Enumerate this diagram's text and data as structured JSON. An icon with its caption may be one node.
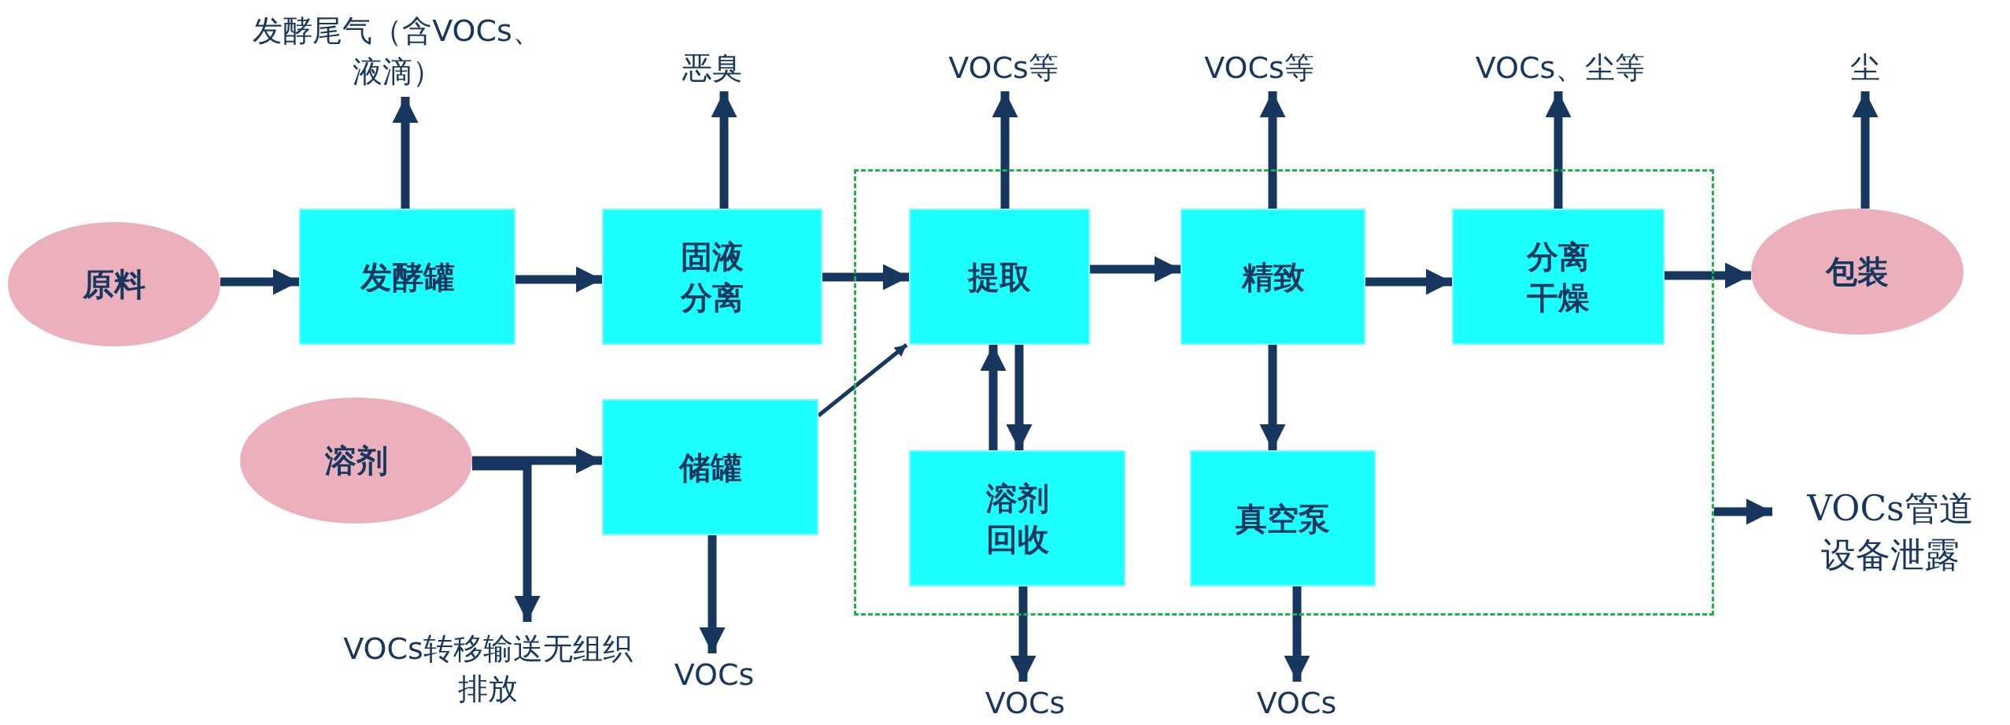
{
  "diagram": {
    "nodes": [
      {
        "text": [
          "原料"
        ]
      },
      {
        "text": [
          "发酵罐"
        ]
      },
      {
        "text": [
          "固液分离"
        ]
      },
      {
        "text": [
          "溶剂"
        ]
      },
      {
        "text": [
          "储罐"
        ]
      },
      {
        "text": [],
        "shape": "box"
      },
      {
        "text": [
          "提取"
        ],
        "in": 5
      },
      {
        "text": [
          "精致"
        ],
        "in": 5
      },
      {
        "text": [
          "分离干燥"
        ],
        "in": 5
      },
      {
        "text": [
          "溶剂回收"
        ],
        "in": 5
      },
      {
        "text": [
          "真空泵"
        ],
        "in": 5
      },
      {
        "text": [
          "包装"
        ]
      },
      {
        "text": [
          "发酵尾气（含VOCs、液滴）"
        ]
      },
      {
        "text": [
          "恶臭"
        ]
      },
      {
        "text": [
          "VOCs等"
        ]
      },
      {
        "text": [
          "VOCs等"
        ]
      },
      {
        "text": [
          "VOCs、尘等"
        ]
      },
      {
        "text": [
          "尘"
        ]
      },
      {
        "text": [
          "VOCs转移输送无组织排放"
        ]
      },
      {
        "text": [
          "VOCs"
        ]
      },
      {
        "text": [
          "VOCs"
        ]
      },
      {
        "text": [
          "VOCs"
        ]
      },
      {
        "text": [
          "VOCs管道设备泄露"
        ]
      }
    ],
    "edges": [
      {
        "from": 0,
        "to": 1,
        "arrow": "to"
      },
      {
        "from": 1,
        "to": 2,
        "arrow": "to"
      },
      {
        "from": 2,
        "to": 6,
        "arrow": "to"
      },
      {
        "from": 3,
        "to": 4,
        "arrow": "to"
      },
      {
        "from": 4,
        "to": 6,
        "arrow": "to"
      },
      {
        "from": 6,
        "to": 7,
        "arrow": "to"
      },
      {
        "from": 7,
        "to": 8,
        "arrow": "to"
      },
      {
        "from": 8,
        "to": 11,
        "arrow": "to"
      },
      {
        "from": 6,
        "to": 9,
        "arrow": "to"
      },
      {
        "from": 9,
        "to": 6,
        "arrow": "to"
      },
      {
        "from": 7,
        "to": 10,
        "arrow": "to"
      },
      {
        "from": 1,
        "to": 12,
        "arrow": "to"
      },
      {
        "from": 2,
        "to": 13,
        "arrow": "to"
      },
      {
        "from": 6,
        "to": 14,
        "arrow": "to"
      },
      {
        "from": 7,
        "to": 15,
        "arrow": "to"
      },
      {
        "from": 8,
        "to": 16,
        "arrow": "to"
      },
      {
        "from": 11,
        "to": 17,
        "arrow": "to"
      },
      {
        "from": 3,
        "to": 18,
        "arrow": "to"
      },
      {
        "from": 4,
        "to": 19,
        "arrow": "to"
      },
      {
        "from": 9,
        "to": 20,
        "arrow": "to"
      },
      {
        "from": 10,
        "to": 21,
        "arrow": "to"
      },
      {
        "from": 5,
        "to": 22,
        "arrow": "to"
      }
    ]
  }
}
